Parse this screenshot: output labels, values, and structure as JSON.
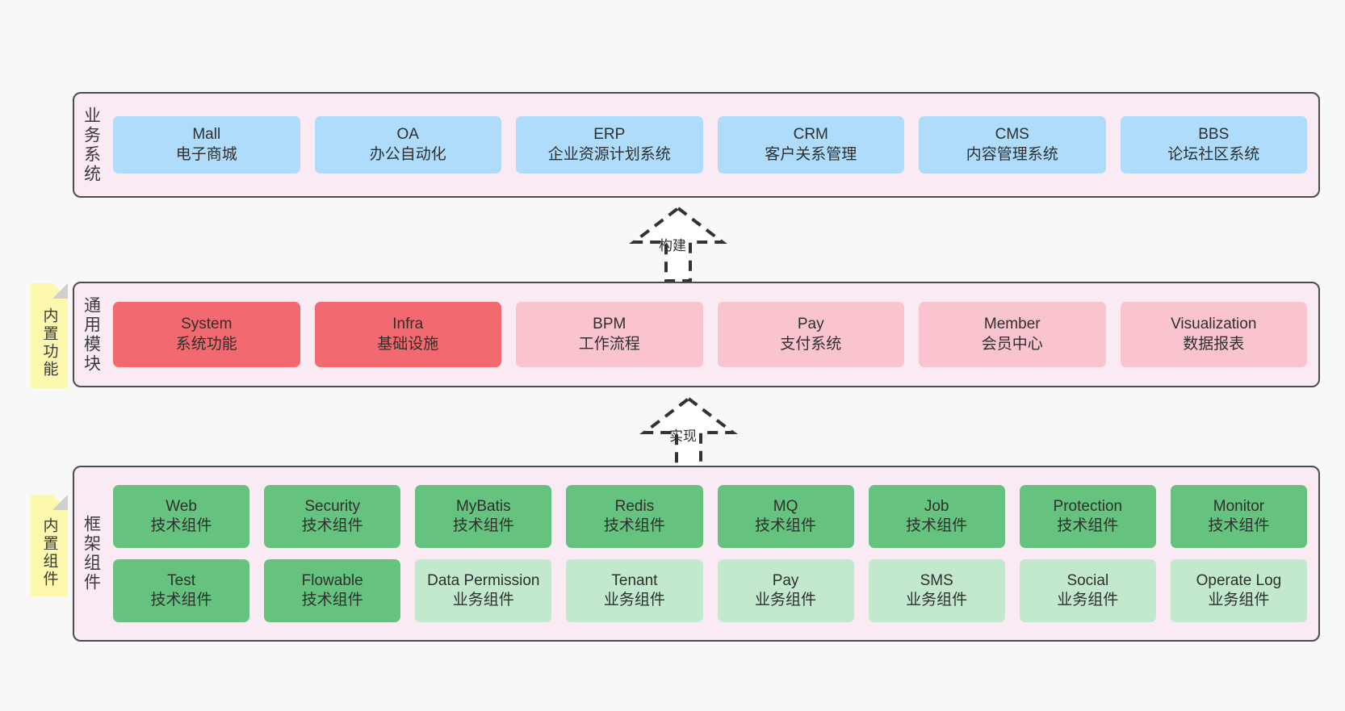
{
  "diagram": {
    "background_color": "#f8f8f8",
    "panel_fill": "#f9eaf4",
    "panel_border": "#4d4d4d",
    "note_color": "#fcf8ad"
  },
  "layers": [
    {
      "id": "business",
      "title": "业务系统",
      "rows": [
        {
          "cells": [
            {
              "name": "Mall",
              "desc": "电子商城",
              "color": "#aedcfa",
              "style": "c-blue"
            },
            {
              "name": "OA",
              "desc": "办公自动化",
              "color": "#aedcfa",
              "style": "c-blue"
            },
            {
              "name": "ERP",
              "desc": "企业资源计划系统",
              "color": "#aedcfa",
              "style": "c-blue"
            },
            {
              "name": "CRM",
              "desc": "客户关系管理",
              "color": "#aedcfa",
              "style": "c-blue"
            },
            {
              "name": "CMS",
              "desc": "内容管理系统",
              "color": "#aedcfa",
              "style": "c-blue"
            },
            {
              "name": "BBS",
              "desc": "论坛社区系统",
              "color": "#aedcfa",
              "style": "c-blue"
            }
          ]
        }
      ]
    },
    {
      "id": "common",
      "title": "通用模块",
      "note": "内置功能",
      "rows": [
        {
          "cells": [
            {
              "name": "System",
              "desc": "系统功能",
              "color": "#f26a6f",
              "style": "c-red"
            },
            {
              "name": "Infra",
              "desc": "基础设施",
              "color": "#f26a6f",
              "style": "c-red"
            },
            {
              "name": "BPM",
              "desc": "工作流程",
              "color": "#fac4ce",
              "style": "c-pink"
            },
            {
              "name": "Pay",
              "desc": "支付系统",
              "color": "#fac4ce",
              "style": "c-pink"
            },
            {
              "name": "Member",
              "desc": "会员中心",
              "color": "#fac4ce",
              "style": "c-pink"
            },
            {
              "name": "Visualization",
              "desc": "数据报表",
              "color": "#fac4ce",
              "style": "c-pink"
            }
          ]
        }
      ]
    },
    {
      "id": "framework",
      "title": "框架组件",
      "note": "内置组件",
      "rows": [
        {
          "cells": [
            {
              "name": "Web",
              "desc": "技术组件",
              "color": "#65c37f",
              "style": "c-green"
            },
            {
              "name": "Security",
              "desc": "技术组件",
              "color": "#65c37f",
              "style": "c-green"
            },
            {
              "name": "MyBatis",
              "desc": "技术组件",
              "color": "#65c37f",
              "style": "c-green"
            },
            {
              "name": "Redis",
              "desc": "技术组件",
              "color": "#65c37f",
              "style": "c-green"
            },
            {
              "name": "MQ",
              "desc": "技术组件",
              "color": "#65c37f",
              "style": "c-green"
            },
            {
              "name": "Job",
              "desc": "技术组件",
              "color": "#65c37f",
              "style": "c-green"
            },
            {
              "name": "Protection",
              "desc": "技术组件",
              "color": "#65c37f",
              "style": "c-green"
            },
            {
              "name": "Monitor",
              "desc": "技术组件",
              "color": "#65c37f",
              "style": "c-green"
            }
          ]
        },
        {
          "cells": [
            {
              "name": "Test",
              "desc": "技术组件",
              "color": "#65c37f",
              "style": "c-green"
            },
            {
              "name": "Flowable",
              "desc": "技术组件",
              "color": "#65c37f",
              "style": "c-green"
            },
            {
              "name": "Data Permission",
              "desc": "业务组件",
              "color": "#c2e8ce",
              "style": "c-lightgreen"
            },
            {
              "name": "Tenant",
              "desc": "业务组件",
              "color": "#c2e8ce",
              "style": "c-lightgreen"
            },
            {
              "name": "Pay",
              "desc": "业务组件",
              "color": "#c2e8ce",
              "style": "c-lightgreen"
            },
            {
              "name": "SMS",
              "desc": "业务组件",
              "color": "#c2e8ce",
              "style": "c-lightgreen"
            },
            {
              "name": "Social",
              "desc": "业务组件",
              "color": "#c2e8ce",
              "style": "c-lightgreen"
            },
            {
              "name": "Operate Log",
              "desc": "业务组件",
              "color": "#c2e8ce",
              "style": "c-lightgreen"
            }
          ]
        }
      ]
    }
  ],
  "connectors": [
    {
      "id": "build",
      "label": "构建",
      "style": "dashed-hollow-triangle-up"
    },
    {
      "id": "implement",
      "label": "实现",
      "style": "dashed-hollow-triangle-up"
    }
  ]
}
